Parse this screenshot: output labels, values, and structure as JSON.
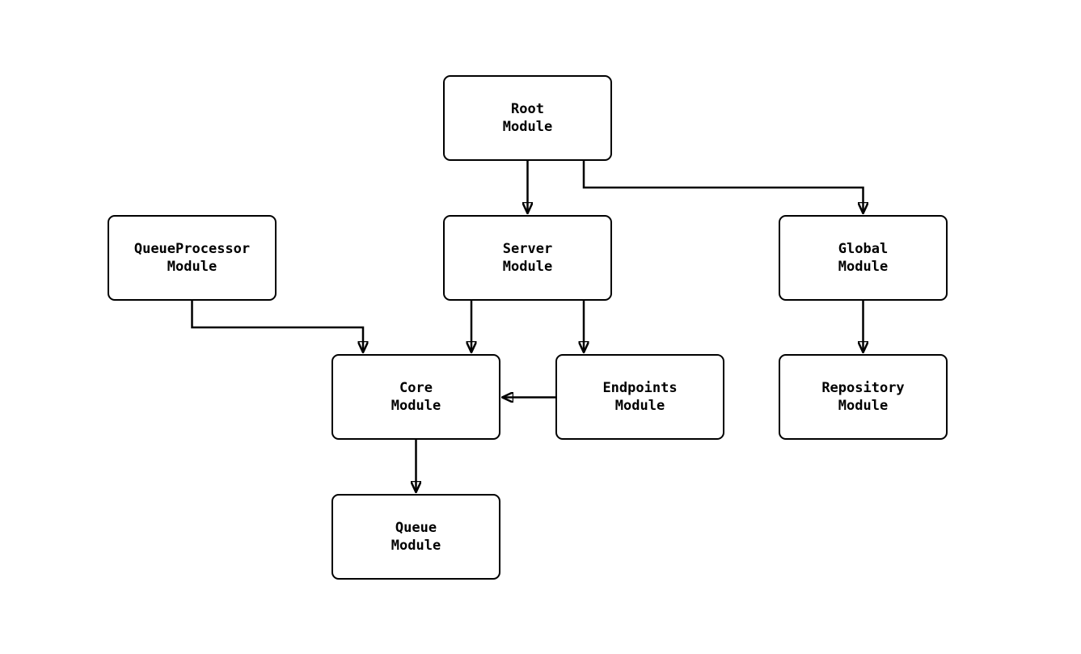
{
  "diagram": {
    "background_color": "#ffffff",
    "stroke_color": "#000000",
    "nodes": {
      "root": {
        "label": "Root\nModule"
      },
      "queue_processor": {
        "label": "QueueProcessor\nModule"
      },
      "server": {
        "label": "Server\nModule"
      },
      "global": {
        "label": "Global\nModule"
      },
      "core": {
        "label": "Core\nModule"
      },
      "endpoints": {
        "label": "Endpoints\nModule"
      },
      "repository": {
        "label": "Repository\nModule"
      },
      "queue": {
        "label": "Queue\nModule"
      }
    },
    "edges": [
      {
        "from": "Root Module",
        "to": "Server Module"
      },
      {
        "from": "Root Module",
        "to": "Global Module"
      },
      {
        "from": "QueueProcessor Module",
        "to": "Core Module"
      },
      {
        "from": "Server Module",
        "to": "Core Module"
      },
      {
        "from": "Server Module",
        "to": "Endpoints Module"
      },
      {
        "from": "Endpoints Module",
        "to": "Core Module"
      },
      {
        "from": "Global Module",
        "to": "Repository Module"
      },
      {
        "from": "Core Module",
        "to": "Queue Module"
      }
    ]
  }
}
